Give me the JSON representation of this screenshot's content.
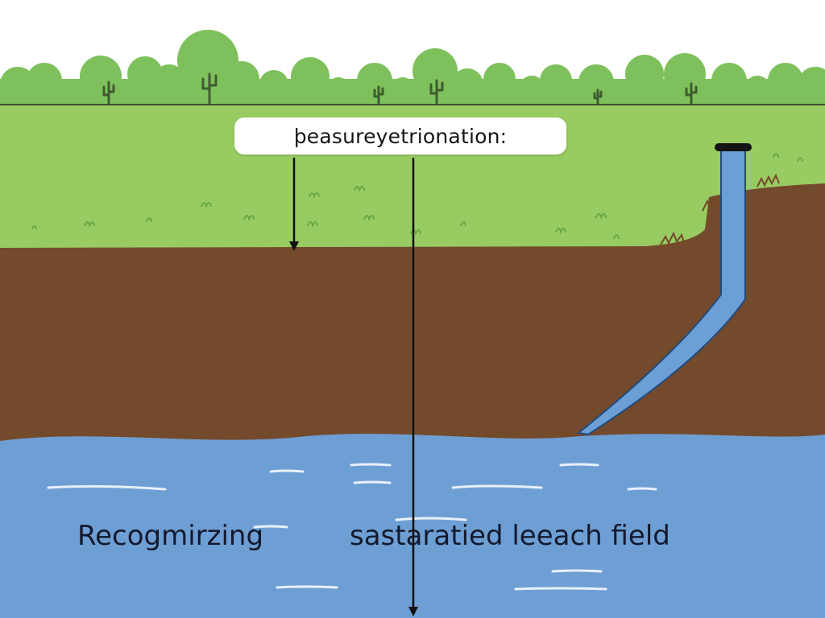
{
  "callout": {
    "text": "þeasureyetrionation:"
  },
  "labels": {
    "left": "Recogmirzing",
    "right": "sastaratied leeach field"
  },
  "colors": {
    "sky": "#ffffff",
    "tree_green": "#7ec15c",
    "grass": "#98cb62",
    "soil": "#744a2c",
    "water": "#6e9fd4",
    "pipe": "#6b9fd6",
    "arrow": "#111111"
  }
}
